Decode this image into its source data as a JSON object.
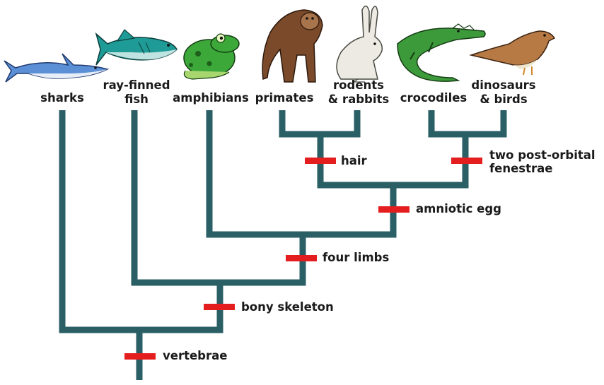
{
  "taxa": {
    "sharks": {
      "label": "sharks"
    },
    "ray_finned_fish": {
      "line1": "ray-finned",
      "line2": "fish"
    },
    "amphibians": {
      "label": "amphibians"
    },
    "primates": {
      "label": "primates"
    },
    "rodents_rabbits": {
      "line1": "rodents",
      "line2": "& rabbits"
    },
    "crocodiles": {
      "label": "crocodiles"
    },
    "dinosaurs_birds": {
      "line1": "dinosaurs",
      "line2": "& birds"
    }
  },
  "traits": {
    "vertebrae": "vertebrae",
    "bony_skeleton": "bony skeleton",
    "four_limbs": "four limbs",
    "amniotic_egg": "amniotic egg",
    "hair": "hair",
    "fenestrae_line1": "two post-orbital",
    "fenestrae_line2": "fenestrae"
  },
  "colors": {
    "branch": "#2b5f66",
    "marker": "#e41e1e"
  },
  "illustrations": [
    "shark-icon",
    "fish-icon",
    "frog-icon",
    "ape-icon",
    "rabbit-icon",
    "crocodile-icon",
    "sparrow-icon"
  ]
}
